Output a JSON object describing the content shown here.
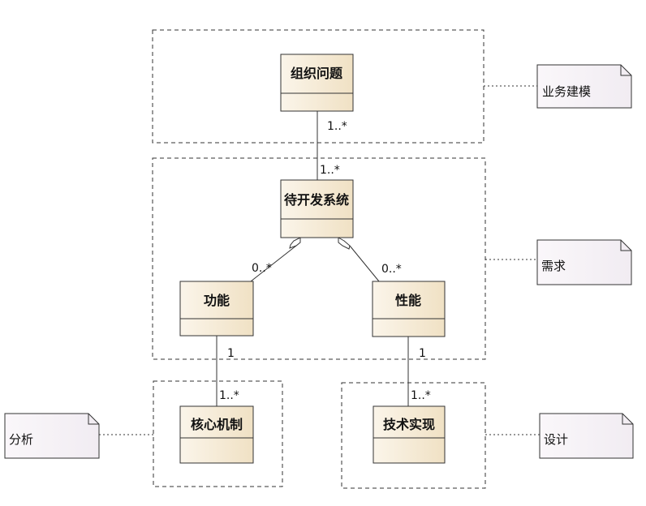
{
  "classes": {
    "org_problem": "组织问题",
    "system": "待开发系统",
    "function": "功能",
    "performance": "性能",
    "core_mechanism": "核心机制",
    "tech_impl": "技术实现"
  },
  "multiplicities": {
    "org_to_system_top": "1..*",
    "org_to_system_bottom": "1..*",
    "system_function": "0..*",
    "system_performance": "0..*",
    "function_one": "1",
    "function_core": "1..*",
    "performance_one": "1",
    "performance_tech": "1..*"
  },
  "notes": {
    "business_modeling": "业务建模",
    "requirements": "需求",
    "analysis": "分析",
    "design": "设计"
  }
}
